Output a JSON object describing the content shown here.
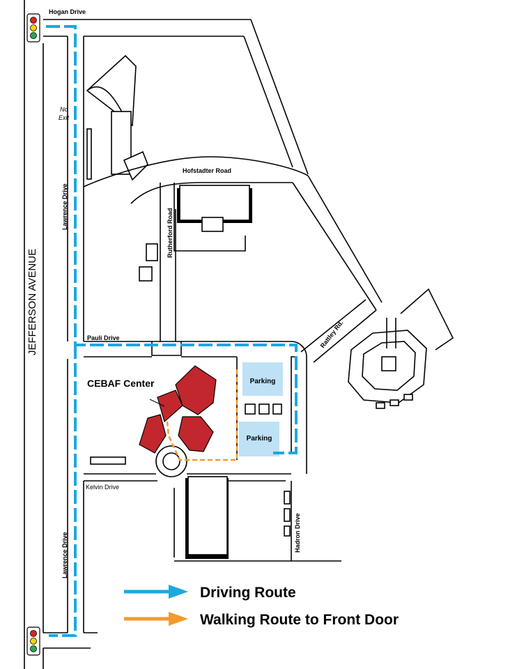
{
  "roads": {
    "hogan": "Hogan Drive",
    "jefferson": "JEFFERSON AVENUE",
    "lawrence_upper": "Lawrence Drive",
    "lawrence_lower": "Lawrence Drive",
    "hofstadter": "Hofstadter Road",
    "rutherford": "Rutherford Road",
    "pauli": "Pauli Drive",
    "kelvin": "Kelvin Drive",
    "hadron": "Hadron Drive",
    "rattley": "Rattley Rd."
  },
  "no_exit": {
    "line1": "No",
    "line2": "Exit"
  },
  "places": {
    "cebaf": "CEBAF Center",
    "parking_top": "Parking",
    "parking_bottom": "Parking"
  },
  "legend": {
    "driving": "Driving Route",
    "walking": "Walking Route to Front Door"
  },
  "colors": {
    "driving_route": "#1ba9e0",
    "walking_route": "#f29a2e",
    "building_highlight": "#c1272d",
    "parking_fill": "#bfe1f5",
    "traffic_red": "#e2231a",
    "traffic_yellow": "#ffd200",
    "traffic_green": "#2aa84a"
  }
}
